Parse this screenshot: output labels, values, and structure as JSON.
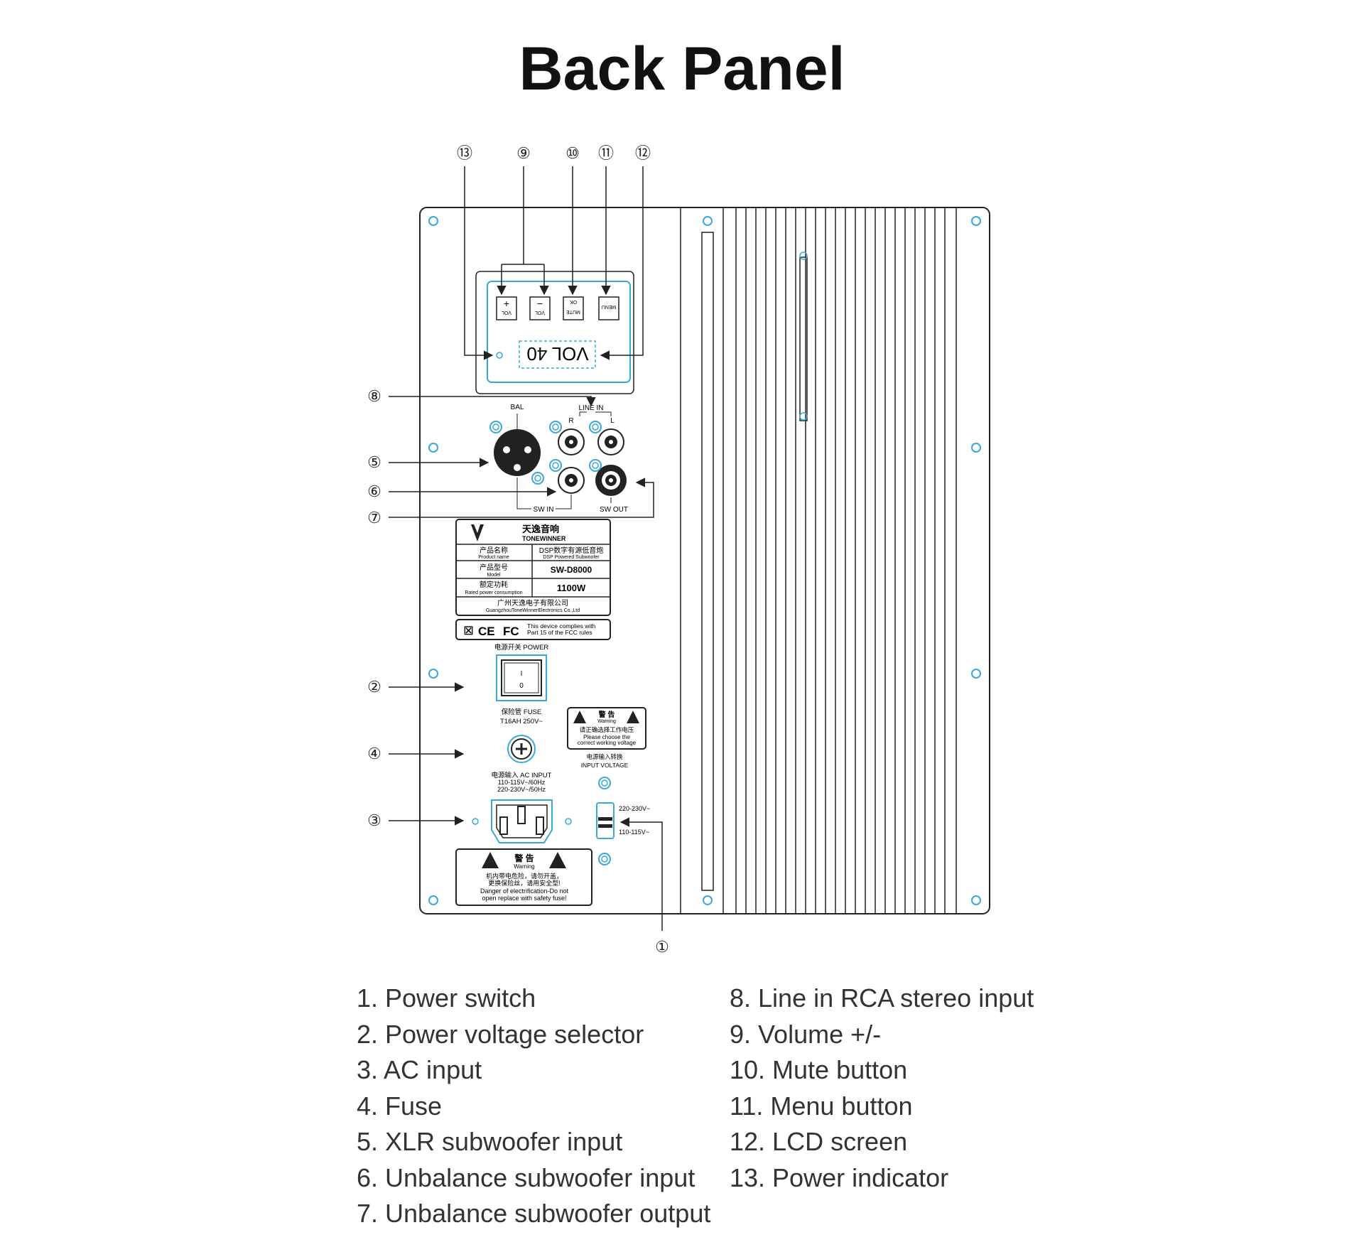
{
  "title": "Back Panel",
  "panel": {
    "buttons": [
      {
        "sym": "+",
        "label": "VOL"
      },
      {
        "sym": "−",
        "label": "VOL"
      },
      {
        "sym": "OK",
        "label": "MUTE"
      },
      {
        "sym": "",
        "label": "MENU"
      }
    ],
    "lcd_text": "VOL 40",
    "line_in": "LINE IN",
    "r": "R",
    "l": "L",
    "bal": "BAL",
    "sw_in": "SW IN",
    "sw_out": "SW OUT",
    "brand_cn": "天逸音响",
    "brand_en": "TONEWINNER",
    "product_name_cn": "产品名称",
    "product_name_en": "Product name",
    "product_value_cn": "DSP数字有源低音炮",
    "product_value_en": "DSP Powered Subwoofer",
    "model_cn": "产品型号",
    "model_en": "Model",
    "model_value": "SW-D8000",
    "power_cn": "额定功耗",
    "power_en": "Rated power consumption",
    "power_value": "1100W",
    "company_cn": "广州天逸电子有限公司",
    "company_en": "GuangzhouToneWinnerElectronics Co.,Ltd",
    "fcc_text_1": "This device complies with",
    "fcc_text_2": "Part 15 of the FCC rules",
    "power_switch_label": "电源开关 POWER",
    "switch_on": "I",
    "switch_off": "0",
    "fuse_label": "保险管 FUSE",
    "fuse_rating": "T16AH 250V~",
    "ac_input_label": "电源输入 AC INPUT",
    "ac_input_line1": "110-115V~/60Hz",
    "ac_input_line2": "220-230V~/50Hz",
    "warning_title_cn": "警 告",
    "warning_title_en": "Warning",
    "warning_voltage_cn": "请正确选择工作电压",
    "warning_voltage_en1": "Please choose the",
    "warning_voltage_en2": "correct working voltage",
    "input_voltage_cn": "电源输入转换",
    "input_voltage_en": "INPUT  VOLTAGE",
    "v_high": "220-230V~",
    "v_low": "110-115V~",
    "warning2_cn1": "机内带电危险，请勿开盖，",
    "warning2_cn2": "更换保险丝，请用安全型!",
    "warning2_en1": "Danger of electrification-Do not",
    "warning2_en2": "open replace with safety fuse!"
  },
  "callouts": [
    "①",
    "②",
    "③",
    "④",
    "⑤",
    "⑥",
    "⑦",
    "⑧",
    "⑨",
    "⑩",
    "⑪",
    "⑫",
    "⑬"
  ],
  "legend_left": [
    "1. Power switch",
    "2. Power voltage selector",
    "3. AC input",
    "4. Fuse",
    "5. XLR subwoofer input",
    "6. Unbalance subwoofer input",
    "7. Unbalance subwoofer output"
  ],
  "legend_right": [
    "8. Line in RCA stereo input",
    "9. Volume +/-",
    "10. Mute button",
    "11. Menu button",
    "12. LCD screen",
    "13. Power indicator"
  ],
  "colors": {
    "accent": "#3ba8d8",
    "line": "#222222",
    "text": "#333333"
  }
}
